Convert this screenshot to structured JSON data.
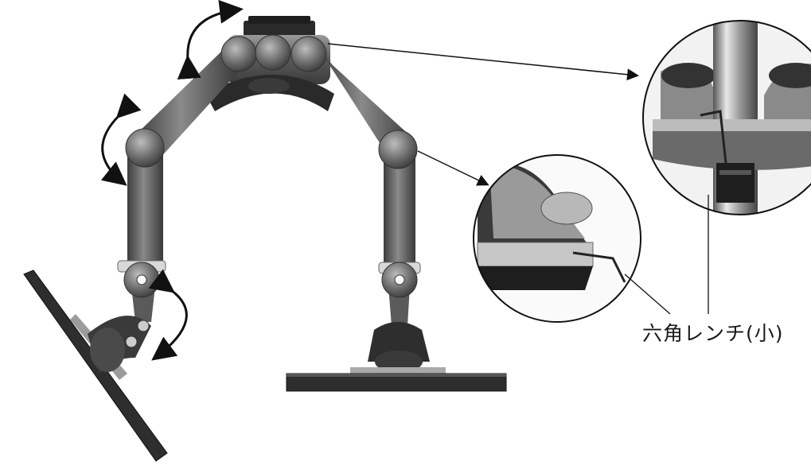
{
  "callout": {
    "label": "六角レンチ(小)"
  },
  "colors": {
    "arm_dark": "#4a4a4a",
    "arm_mid": "#6e6e6e",
    "arm_light": "#a8a8a8",
    "monitor": "#2e2e2e",
    "arrow": "#111111"
  },
  "icons": {
    "rotation_arrows": "curved-double-arrow",
    "wrench": "hex-key"
  }
}
